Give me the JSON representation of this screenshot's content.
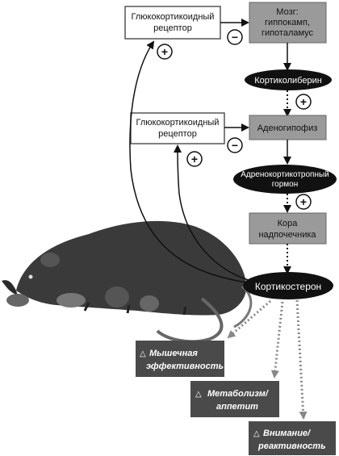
{
  "diagram": {
    "receptor_top": [
      "Глюкокортикоидный",
      "рецептор"
    ],
    "brain": [
      "Мозг:",
      "гиппокамп,",
      "гипоталамус"
    ],
    "corticoliberin": "Кортиколиберин",
    "receptor_mid": [
      "Глюкокортикоидный",
      "рецептор"
    ],
    "adenohypophysis": "Аденогипофиз",
    "acth": [
      "Адренокортикотропный",
      "гормон"
    ],
    "cortex": [
      "Кора",
      "надпочечника"
    ],
    "corticosterone": "Кортикостерон",
    "plus": "+",
    "minus": "−",
    "triangle": "△",
    "effects": {
      "muscle": [
        "Мышечная",
        "эффективность"
      ],
      "metabolism": [
        "Метаболизм/",
        "аппетит"
      ],
      "attention": [
        "Внимание/",
        "реактивность"
      ]
    }
  },
  "colors": {
    "box_grey": "#9a9a9a",
    "box_dark": "#4a4a4a",
    "ellipse": "#111111",
    "arrow": "#111111",
    "dotted_arrow": "#888888"
  }
}
